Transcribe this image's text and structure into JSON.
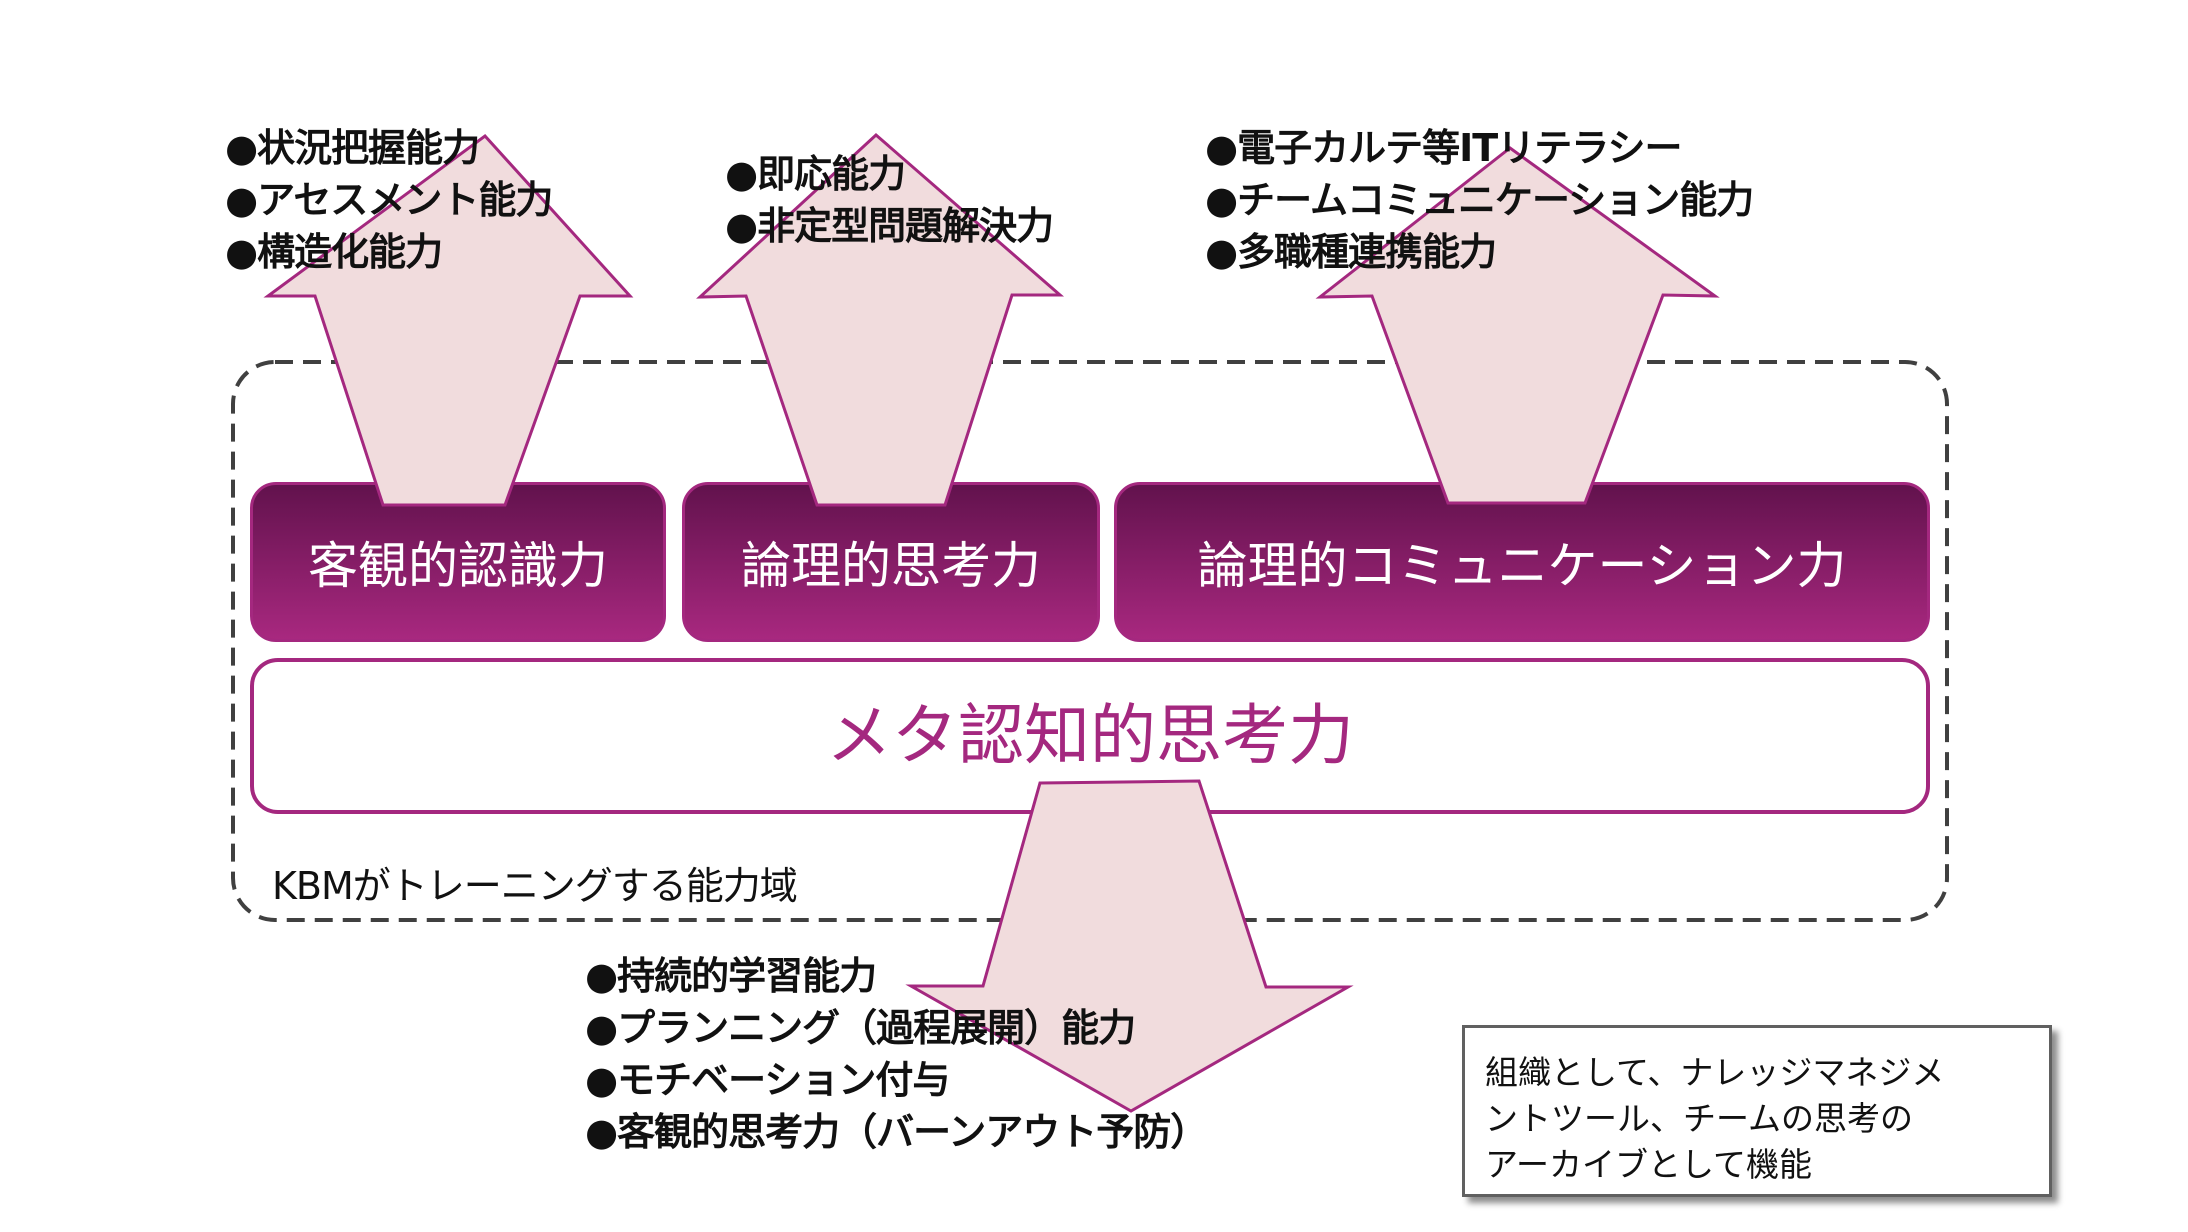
{
  "colors": {
    "accent": "#a4287f",
    "box_dark": "#62124d",
    "arrow_fill": "#f1dcdd",
    "dash": "#404040",
    "text": "#111111"
  },
  "domain_label": "KBMがトレーニングする能力域",
  "core_skills": [
    {
      "label": "客観的認識力"
    },
    {
      "label": "論理的思考力"
    },
    {
      "label": "論理的コミュニケーション力"
    }
  ],
  "meta_skill": {
    "label": "メタ認知的思考力"
  },
  "outcomes": {
    "objective_recognition": [
      "●状況把握能力",
      "●アセスメント能力",
      "●構造化能力"
    ],
    "logical_thinking": [
      "●即応能力",
      "●非定型問題解決力"
    ],
    "logical_communication": [
      "●電子カルテ等ITリテラシー",
      "●チームコミュニケーション能力",
      "●多職種連携能力"
    ],
    "metacognition": [
      "●持続的学習能力",
      "●プランニング（過程展開）能力",
      "●モチベーション付与",
      "●客観的思考力（バーンアウト予防）"
    ]
  },
  "note": {
    "lines": [
      "組織として、ナレッジマネジメ",
      "ントツール、チームの思考の",
      "アーカイブとして機能"
    ]
  }
}
